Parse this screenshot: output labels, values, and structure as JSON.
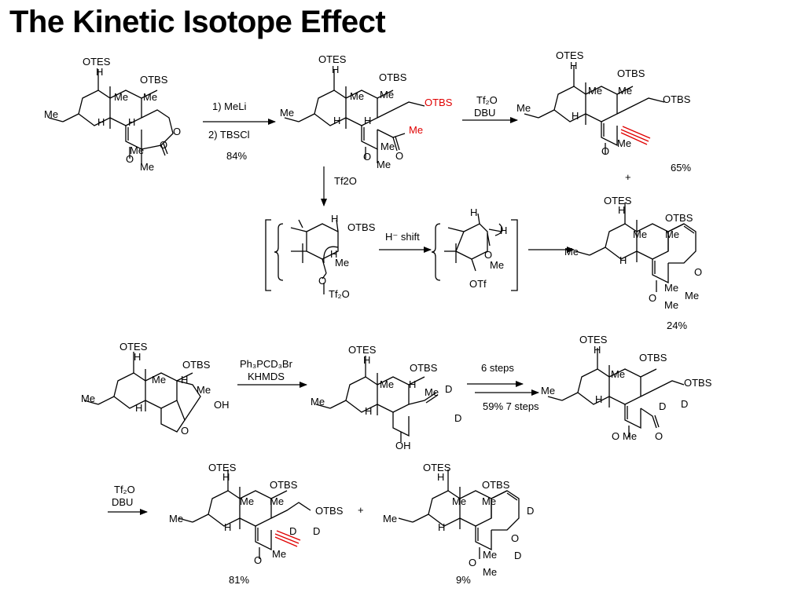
{
  "title": "The Kinetic Isotope Effect",
  "labels": {
    "OTES": "OTES",
    "OTBS": "OTBS",
    "Me": "Me",
    "H": "H",
    "O": "O",
    "OH": "OH",
    "D": "D",
    "OTf": "OTf",
    "Tf2O_bond": "Tf₂O"
  },
  "row1": {
    "step1": [
      "1) MeLi",
      "2) TBSCl"
    ],
    "step1_yield": "84%",
    "step2": [
      "Tf₂O",
      "DBU"
    ],
    "product_yield": "65%",
    "plus": "+",
    "down_reagent": "Tf2O",
    "hshift": "H⁻ shift",
    "side_yield": "24%"
  },
  "row3": {
    "wittig": [
      "Ph₃PCD₃Br",
      "KHMDS"
    ],
    "steps_top": "6 steps",
    "steps_bottom": "59% 7 steps"
  },
  "row4": {
    "reagent": [
      "Tf₂O",
      "DBU"
    ],
    "plus": "+",
    "yield_left": "81%",
    "yield_right": "9%"
  }
}
